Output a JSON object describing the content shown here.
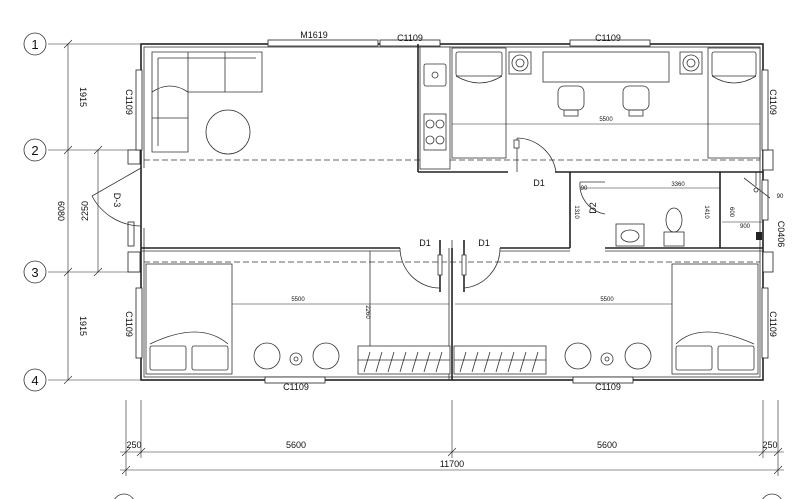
{
  "grid": {
    "row_labels": [
      "1",
      "2",
      "3",
      "4"
    ]
  },
  "dimensions": {
    "left": [
      "1915",
      "6080",
      "2250",
      "1915"
    ],
    "bottom": [
      "250",
      "5600",
      "5600",
      "250"
    ],
    "total": "11700"
  },
  "openings": {
    "top_main": "M1619",
    "top_win_1": "C1109",
    "top_win_2": "C1109",
    "left_win_top": "C1109",
    "left_win_bottom": "C1109",
    "right_win_top": "C1109",
    "right_win_bottom": "C1109",
    "right_win_bath": "C0406",
    "bottom_win_1": "C1109",
    "bottom_win_2": "C1109"
  },
  "doors": {
    "entry": "D-3",
    "kitchen": "D1",
    "bath": "D2",
    "bed_left": "D1",
    "bed_right": "D1"
  },
  "interior_dims": {
    "top_bed_length": "5500",
    "bottom_left_length": "5500",
    "bottom_right_length": "5500",
    "bath_width": "3360",
    "bath_depth": "1310",
    "bath_depth2": "1410",
    "shower": "900",
    "shower_b": "90",
    "small_a": "90",
    "small_b": "600",
    "bottom_depth": "2260"
  }
}
